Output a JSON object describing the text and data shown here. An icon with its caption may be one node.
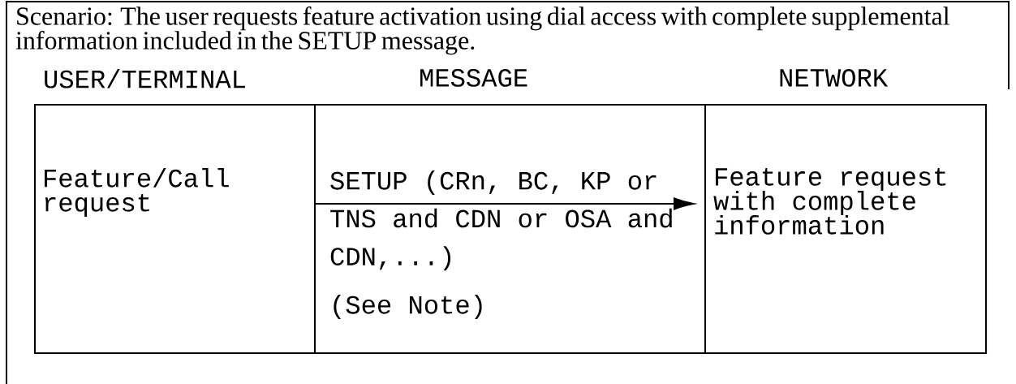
{
  "diagram": {
    "nodes": [
      {
        "text": [
          "Feature/Call request"
        ]
      },
      {
        "text": [
          "Feature request with complete information"
        ]
      }
    ],
    "edges": [
      {
        "from": 0,
        "to": 1,
        "arrow": "to",
        "label": "SETUP (CRn, BC, KP or TNS and CDN or OSA and CDN,...)"
      }
    ],
    "labels": [
      "Scenario: The user requests feature activation using dial access with complete supplemental information included in the SETUP message.",
      "USER/TERMINAL",
      "MESSAGE",
      "NETWORK",
      "(See Note)"
    ]
  }
}
